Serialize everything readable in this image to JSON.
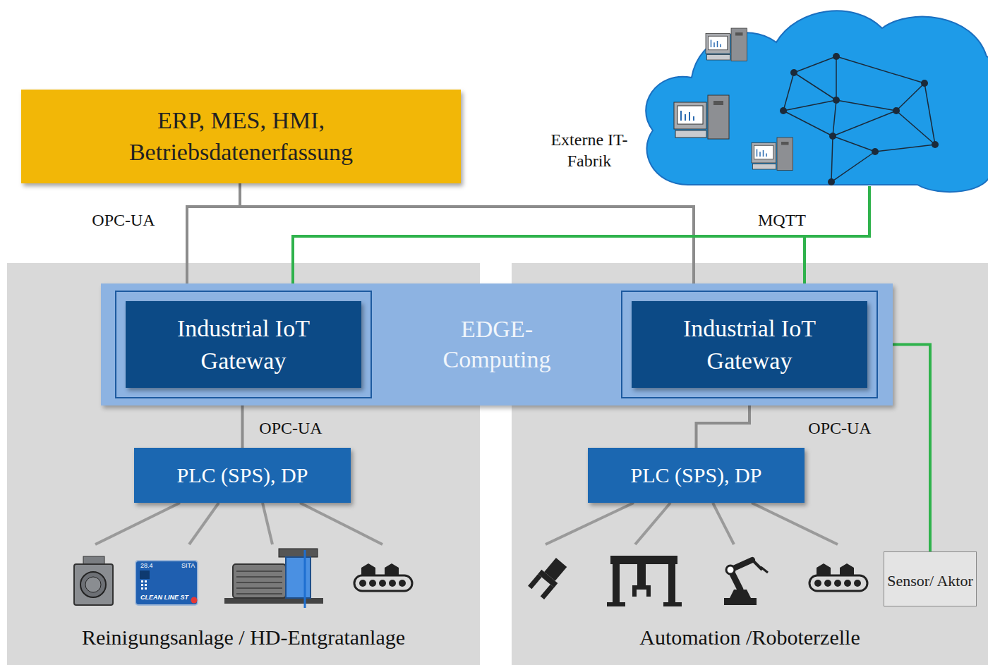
{
  "diagram": {
    "nodes": [
      {
        "text": [
          "ERP, MES, HMI, Betriebsdatenerfassung"
        ]
      },
      {
        "text": [
          "Externe IT-Fabrik"
        ]
      },
      {
        "text": [
          "EDGE- Computing"
        ]
      },
      {
        "text": [
          "Industrial IoT Gateway"
        ],
        "in": 2
      },
      {
        "text": [
          "Industrial IoT Gateway"
        ],
        "in": 2
      },
      {
        "text": [
          "Reinigungsanlage / HD-Entgratanlage"
        ]
      },
      {
        "text": [
          "PLC (SPS), DP"
        ],
        "in": 5
      },
      {
        "text": [
          "Automation /Roboterzelle"
        ]
      },
      {
        "text": [
          "PLC (SPS), DP"
        ],
        "in": 7
      },
      {
        "text": [
          "Sensor/ Aktor"
        ],
        "in": 7
      }
    ],
    "edges": [
      {
        "from": 0,
        "to": 3,
        "arrow": "none",
        "label": "OPC-UA"
      },
      {
        "from": 0,
        "to": 4,
        "arrow": "none"
      },
      {
        "from": 1,
        "to": 3,
        "arrow": "none"
      },
      {
        "from": 1,
        "to": 4,
        "arrow": "none",
        "label": "MQTT"
      },
      {
        "from": 3,
        "to": 6,
        "arrow": "none",
        "label": "OPC-UA"
      },
      {
        "from": 4,
        "to": 8,
        "arrow": "none",
        "label": "OPC-UA"
      },
      {
        "from": 4,
        "to": 9,
        "arrow": "none"
      }
    ],
    "labels": [
      "28.4",
      "SITA",
      "CLEAN LINE ST"
    ]
  }
}
